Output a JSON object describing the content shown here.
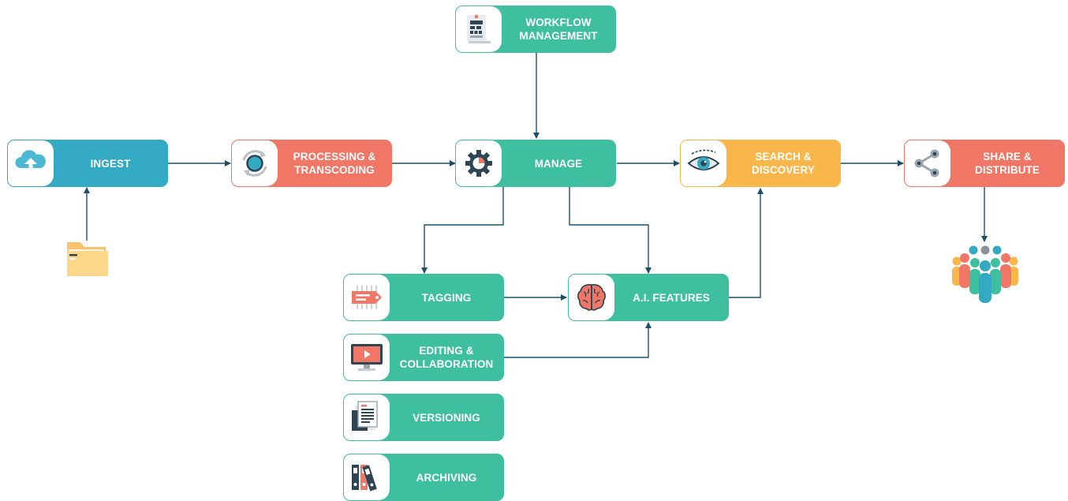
{
  "nodes": {
    "workflow": "WORKFLOW\nMANAGEMENT",
    "ingest": "INGEST",
    "processing": "PROCESSING &\nTRANSCODING",
    "manage": "MANAGE",
    "search": "SEARCH &\nDISCOVERY",
    "share": "SHARE &\nDISTRIBUTE",
    "tagging": "TAGGING",
    "ai": "A.I. FEATURES",
    "editing": "EDITING &\nCOLLABORATION",
    "versioning": "VERSIONING",
    "archiving": "ARCHIVING"
  },
  "colors": {
    "teal": "#3ebfa0",
    "blue": "#33a9c4",
    "red": "#f07665",
    "orange": "#f9b64b",
    "connector": "#1f4e6b"
  },
  "icons": {
    "workflow": "workflow-board-icon",
    "ingest": "cloud-upload-icon",
    "processing": "refresh-cycle-icon",
    "manage": "gear-pie-icon",
    "search": "eye-icon",
    "share": "share-icon",
    "tagging": "tag-chip-icon",
    "ai": "brain-icon",
    "editing": "monitor-video-icon",
    "versioning": "document-stack-icon",
    "archiving": "binders-icon",
    "source": "folder-icon",
    "audience": "people-group-icon"
  }
}
